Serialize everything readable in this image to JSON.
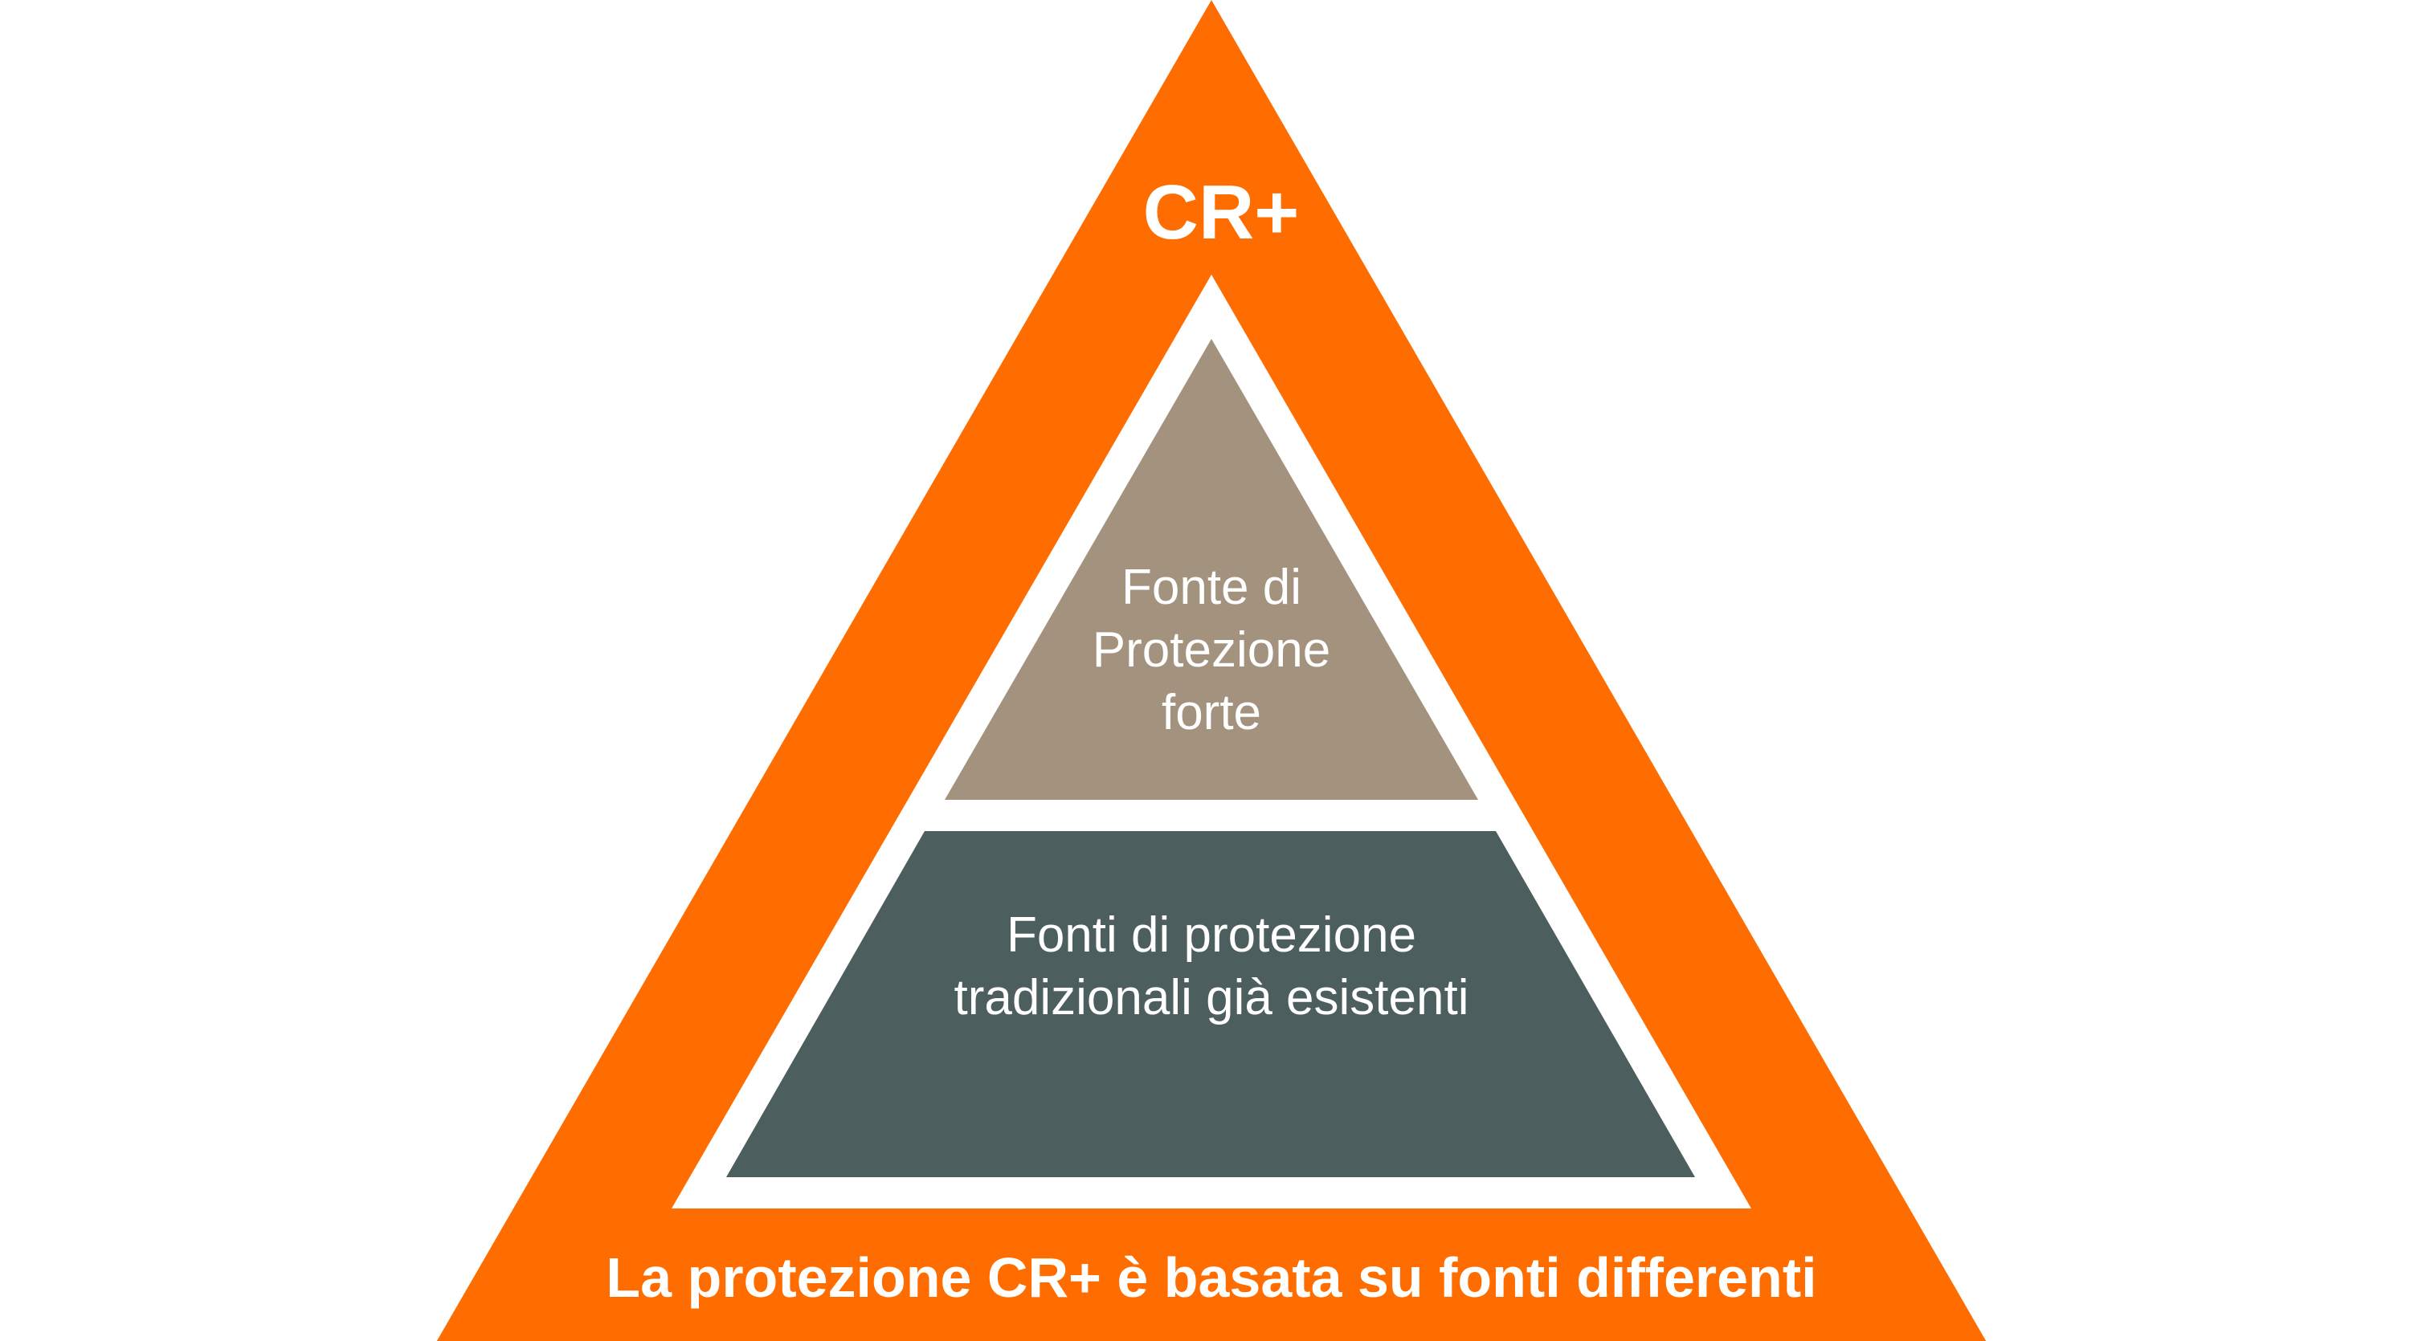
{
  "diagram": {
    "outer": {
      "title": "CR+",
      "footer": "La protezione CR+ è basata su fonti differenti"
    },
    "levels": [
      {
        "lines": [
          "Fonte di",
          "Protezione",
          "forte"
        ]
      },
      {
        "lines": [
          "Fonti di protezione",
          "tradizionali già esistenti"
        ]
      }
    ]
  },
  "colors": {
    "outer_fill": "#FF6D00",
    "inner_background": "#FFFFFF",
    "top_level_fill": "#A3927D",
    "bottom_level_fill": "#4D5E5F",
    "text": "#FFFFFF"
  }
}
